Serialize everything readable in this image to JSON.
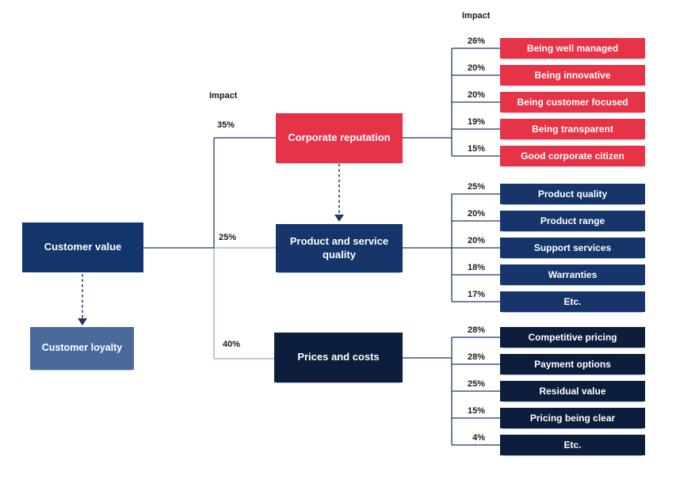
{
  "left": {
    "customer_value_label": "Customer value",
    "customer_loyalty_label": "Customer loyalty"
  },
  "middle": {
    "impact_label": "Impact",
    "nodes": [
      {
        "label": "Corporate reputation",
        "impact": "35%"
      },
      {
        "label": "Product and service quality",
        "impact": "25%"
      },
      {
        "label": "Prices and costs",
        "impact": "40%"
      }
    ]
  },
  "right": {
    "impact_label": "Impact",
    "groups": [
      {
        "parent": "Corporate reputation",
        "items": [
          {
            "impact": "26%",
            "label": "Being well managed"
          },
          {
            "impact": "20%",
            "label": "Being innovative"
          },
          {
            "impact": "20%",
            "label": "Being customer focused"
          },
          {
            "impact": "19%",
            "label": "Being transparent"
          },
          {
            "impact": "15%",
            "label": "Good corporate citizen"
          }
        ]
      },
      {
        "parent": "Product and service quality",
        "items": [
          {
            "impact": "25%",
            "label": "Product quality"
          },
          {
            "impact": "20%",
            "label": "Product range"
          },
          {
            "impact": "20%",
            "label": "Support services"
          },
          {
            "impact": "18%",
            "label": "Warranties"
          },
          {
            "impact": "17%",
            "label": "Etc."
          }
        ]
      },
      {
        "parent": "Prices and costs",
        "items": [
          {
            "impact": "28%",
            "label": "Competitive pricing"
          },
          {
            "impact": "28%",
            "label": "Payment options"
          },
          {
            "impact": "25%",
            "label": "Residual value"
          },
          {
            "impact": "15%",
            "label": "Pricing being clear"
          },
          {
            "impact": "4%",
            "label": "Etc."
          }
        ]
      }
    ]
  },
  "colors": {
    "red": "#e73347",
    "navy": "#15356b",
    "dark_navy": "#0d1e3c",
    "customer_value_navy": "#12356b",
    "loyalty_slate": "#4a6a9c",
    "connector_dark": "#1f3864",
    "connector_light": "#8fa9cf",
    "background": "#ffffff",
    "label_text": "#1a1a1a",
    "box_text": "#ffffff"
  }
}
